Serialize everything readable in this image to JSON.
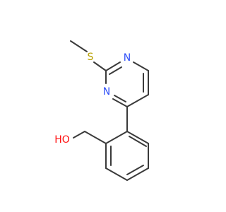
{
  "molecule": {
    "labels": {
      "sulfur": "S",
      "nitrogen_1": "N",
      "nitrogen_2": "N",
      "hydroxyl": "HO"
    },
    "colors": {
      "bond": "#3a3a3a",
      "sulfur": "#b8a000",
      "nitrogen": "#3050f8",
      "oxygen": "#ff0d0d"
    }
  }
}
